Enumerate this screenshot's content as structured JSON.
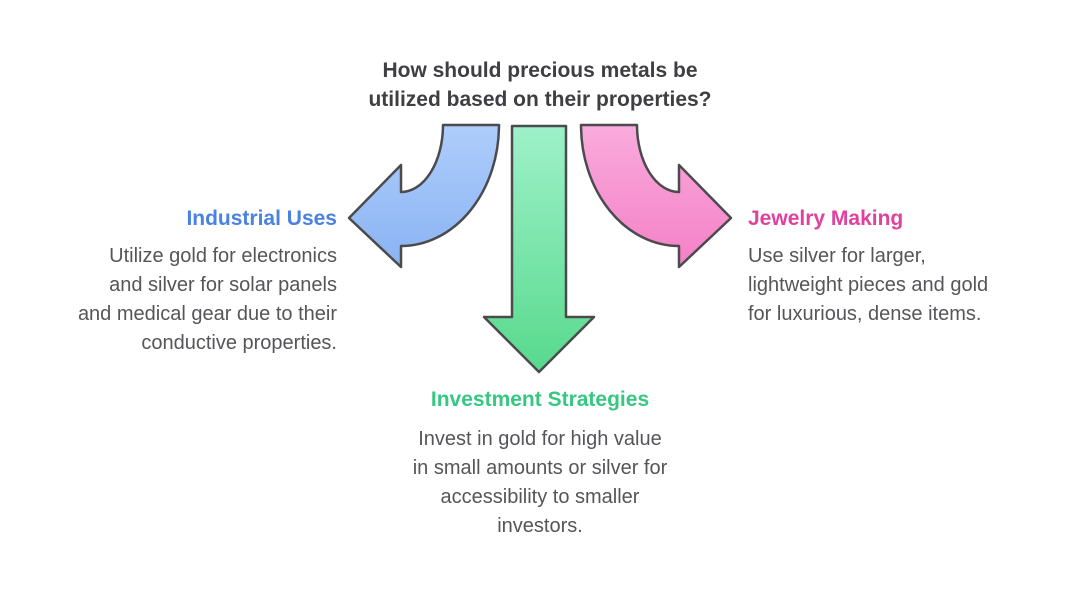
{
  "background": "#ffffff",
  "title_color": "#3e3e43",
  "body_color": "#55555a",
  "outline_color": "#4b4b4e",
  "title": {
    "line1": "How should precious metals be",
    "line2": "utilized based on their properties?"
  },
  "branches": [
    {
      "label": "Industrial Uses",
      "label_color": "#4a82e2",
      "arrow": "curved-left-arrow",
      "arrow_fill_top": "#aecdfb",
      "arrow_fill_bottom": "#8ab3f4",
      "body_lines": [
        "Utilize gold for electronics",
        "and silver for solar panels",
        "and medical gear due to their",
        "conductive properties."
      ]
    },
    {
      "label": "Investment Strategies",
      "label_color": "#36c883",
      "arrow": "straight-down-arrow",
      "arrow_fill_top": "#9ef1c9",
      "arrow_fill_bottom": "#58d98d",
      "body_lines": [
        "Invest in gold for high value",
        "in small amounts or silver for",
        "accessibility to smaller",
        "investors."
      ]
    },
    {
      "label": "Jewelry Making",
      "label_color": "#e0419f",
      "arrow": "curved-right-arrow",
      "arrow_fill_top": "#f9abdd",
      "arrow_fill_bottom": "#f480c6",
      "body_lines": [
        "Use silver for larger,",
        "lightweight pieces and gold",
        "for luxurious, dense items."
      ]
    }
  ]
}
